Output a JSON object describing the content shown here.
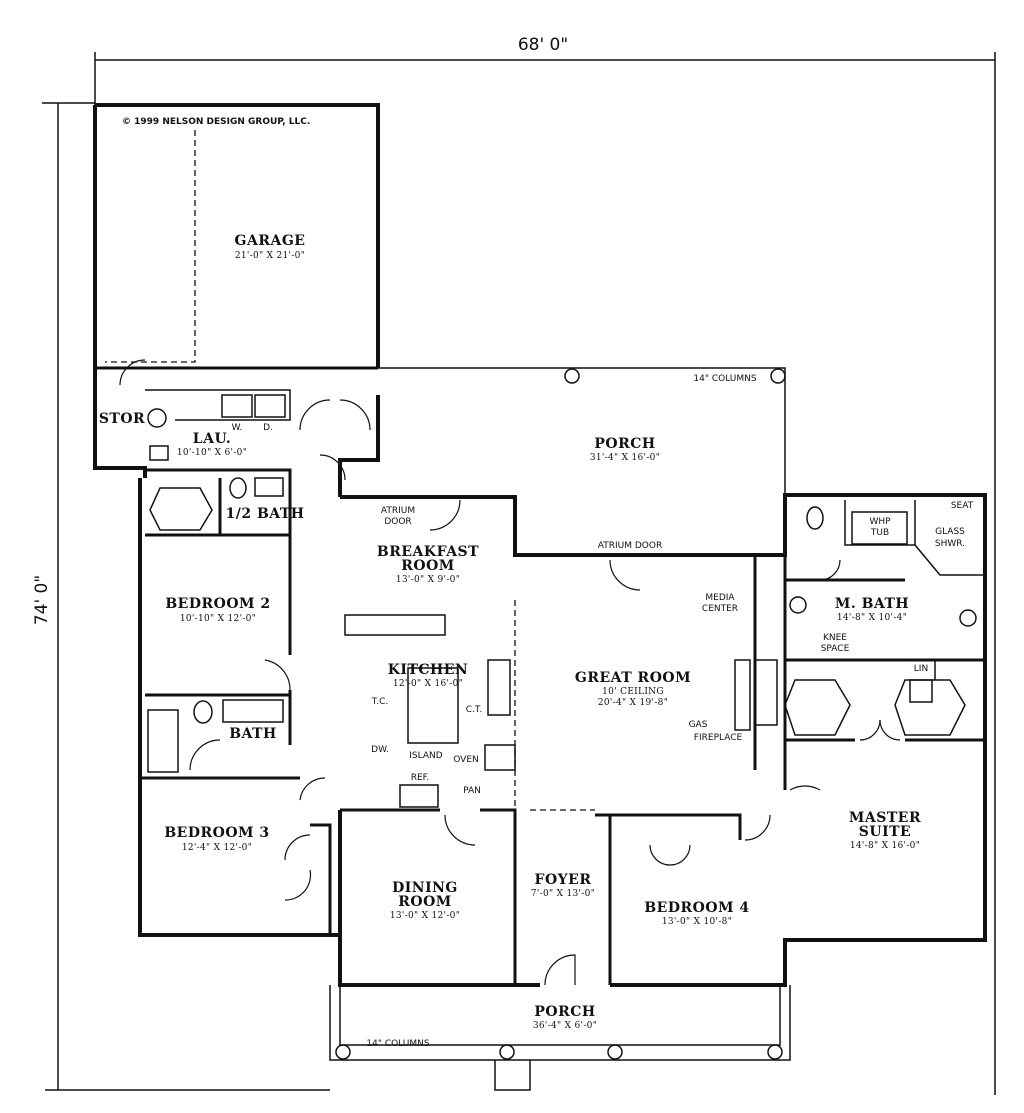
{
  "dimensions": {
    "width": "68' 0\"",
    "depth": "74' 0\""
  },
  "copyright": "© 1999 NELSON DESIGN GROUP, LLC.",
  "rooms": {
    "garage": {
      "name": "GARAGE",
      "size": "21'-0\" X 21'-0\""
    },
    "stor": {
      "name": "STOR"
    },
    "lau": {
      "name": "LAU.",
      "size": "10'-10\" X 6'-0\""
    },
    "half_bath": {
      "name": "1/2 BATH"
    },
    "porch_rear": {
      "name": "PORCH",
      "size": "31'-4\" X 16'-0\""
    },
    "breakfast": {
      "name": "BREAKFAST",
      "name2": "ROOM",
      "size": "13'-0\" X 9'-0\""
    },
    "bedroom2": {
      "name": "BEDROOM 2",
      "size": "10'-10\" X 12'-0\""
    },
    "kitchen": {
      "name": "KITCHEN",
      "size": "12'-0\" X 16'-0\""
    },
    "bath": {
      "name": "BATH"
    },
    "great_room": {
      "name": "GREAT ROOM",
      "note": "10' CEILING",
      "size": "20'-4\" X 19'-8\""
    },
    "m_bath": {
      "name": "M. BATH",
      "size": "14'-8\" X 10'-4\""
    },
    "master": {
      "name": "MASTER",
      "name2": "SUITE",
      "size": "14'-8\" X 16'-0\""
    },
    "bedroom3": {
      "name": "BEDROOM 3",
      "size": "12'-4\" X 12'-0\""
    },
    "dining": {
      "name": "DINING",
      "name2": "ROOM",
      "size": "13'-0\" X 12'-0\""
    },
    "foyer": {
      "name": "FOYER",
      "size": "7'-0\" X 13'-0\""
    },
    "bedroom4": {
      "name": "BEDROOM 4",
      "size": "13'-0\" X 10'-8\""
    },
    "porch_front": {
      "name": "PORCH",
      "size": "36'-4\" X 6'-0\""
    }
  },
  "notes": {
    "columns_rear": "14\" COLUMNS",
    "columns_front": "14\" COLUMNS",
    "atrium_door_1": "ATRIUM",
    "atrium_door_1b": "DOOR",
    "atrium_door_2": "ATRIUM DOOR",
    "media": "MEDIA",
    "media2": "CENTER",
    "gas": "GAS",
    "fireplace": "FIREPLACE",
    "whp": "WHP",
    "tub": "TUB",
    "seat": "SEAT",
    "glass": "GLASS",
    "shwr": "SHWR.",
    "knee": "KNEE",
    "space": "SPACE",
    "lin": "LIN",
    "w": "W.",
    "d": "D.",
    "tc": "T.C.",
    "dw": "DW.",
    "ct": "C.T.",
    "island": "ISLAND",
    "oven": "OVEN",
    "ref": "REF.",
    "pan": "PAN"
  }
}
